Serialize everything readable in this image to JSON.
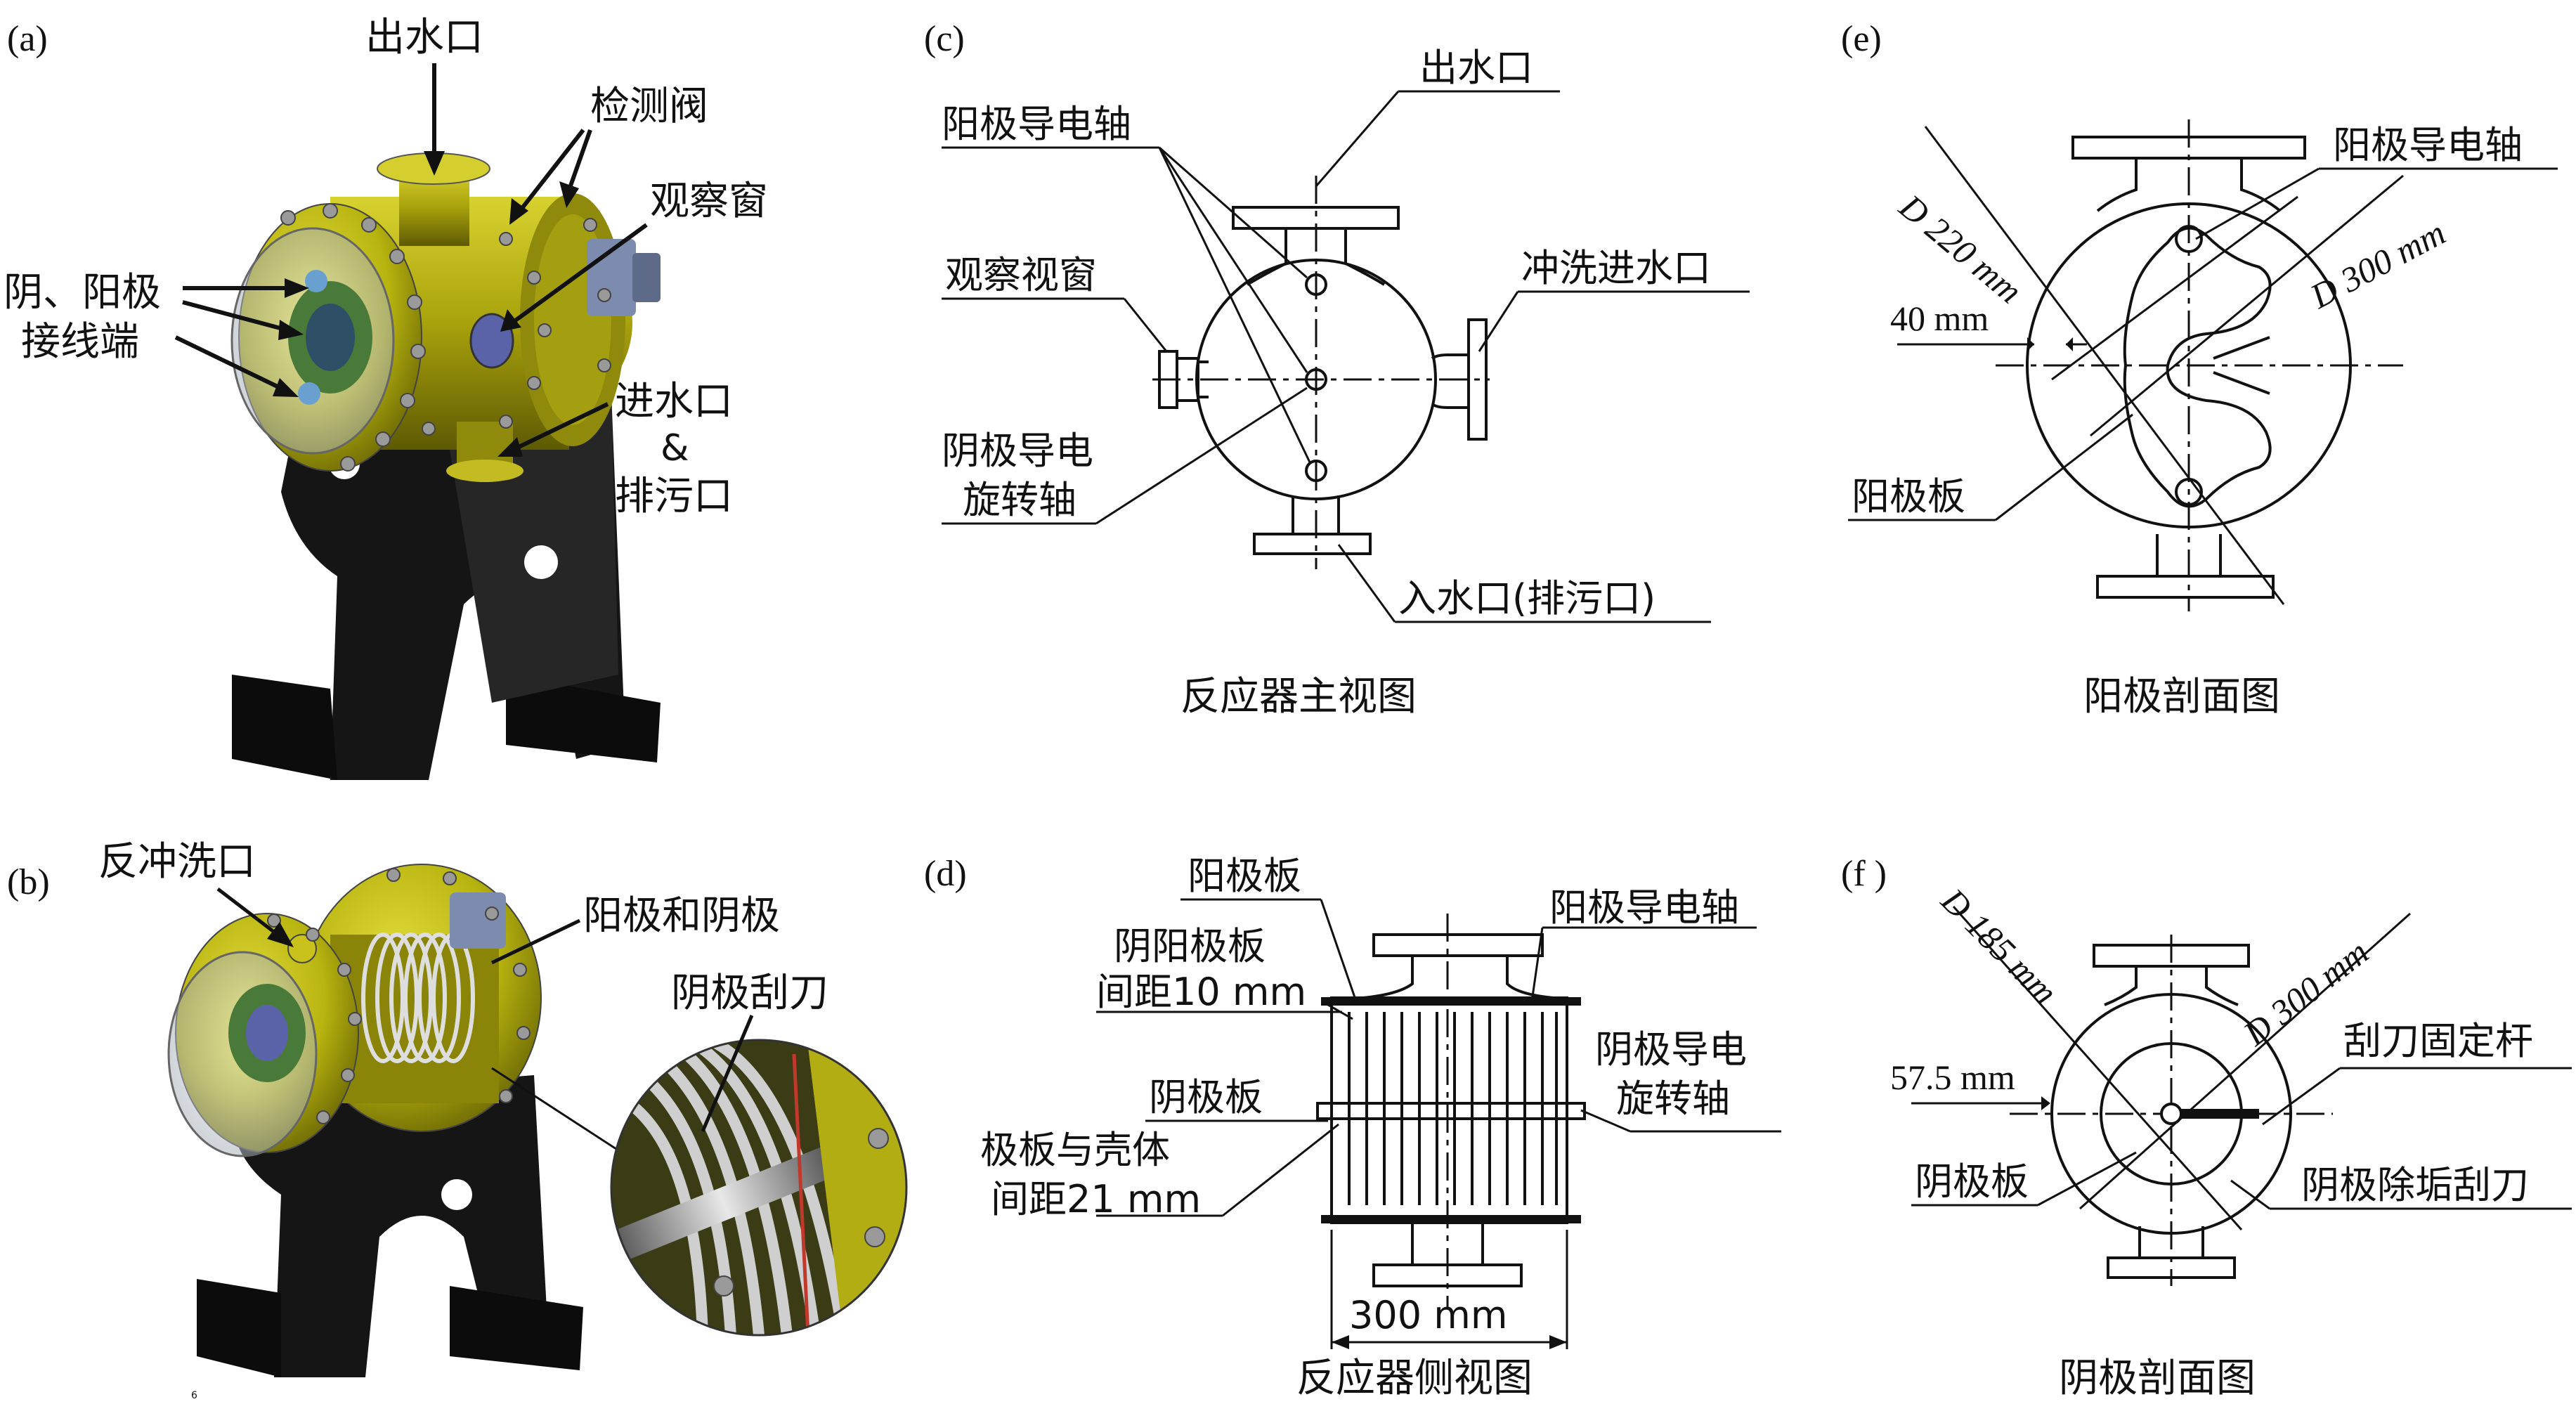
{
  "panels": {
    "a": {
      "tag": "(a)",
      "labels": {
        "outlet": "出水口",
        "check_valve": "检测阀",
        "window": "观察窗",
        "terminal_1": "阴、阳极",
        "terminal_2": "接线端",
        "inlet_1": "进水口",
        "inlet_2": "&",
        "inlet_3": "排污口"
      }
    },
    "b": {
      "tag": "(b)",
      "labels": {
        "backwash": "反冲洗口",
        "electrodes": "阳极和阴极",
        "scraper": "阴极刮刀",
        "mark": "6"
      }
    },
    "c": {
      "tag": "(c)",
      "caption": "反应器主视图",
      "labels": {
        "outlet": "出水口",
        "anode_shaft": "阳极导电轴",
        "window": "观察视窗",
        "flush_inlet": "冲洗进水口",
        "cathode_shaft_1": "阴极导电",
        "cathode_shaft_2": "旋转轴",
        "inlet": "入水口(排污口)"
      }
    },
    "d": {
      "tag": "(d)",
      "caption": "反应器侧视图",
      "labels": {
        "anode_plate": "阳极板",
        "anode_shaft": "阳极导电轴",
        "gap_1": "阴阳极板",
        "gap_2": "间距10 mm",
        "cathode_shaft_1": "阴极导电",
        "cathode_shaft_2": "旋转轴",
        "cathode_plate": "阴极板",
        "shell_gap_1": "极板与壳体",
        "shell_gap_2": "间距21 mm",
        "width": "300 mm"
      }
    },
    "e": {
      "tag": "(e)",
      "caption": "阳极剖面图",
      "labels": {
        "d220": "D 220 mm",
        "d300": "D 300 mm",
        "anode_shaft": "阳极导电轴",
        "dim40": "40 mm",
        "anode_plate": "阳极板"
      }
    },
    "f": {
      "tag": "(f )",
      "caption": "阴极剖面图",
      "labels": {
        "d185": "D 185 mm",
        "d300": "D 300 mm",
        "dim575": "57.5 mm",
        "rod": "刮刀固定杆",
        "cathode_plate": "阴极板",
        "scraper": "阴极除垢刮刀"
      }
    }
  },
  "colors": {
    "flange_yellow": "#c9c21c",
    "body_yellow": "#b7b30f",
    "stand_black": "#141414",
    "bolt_grey": "#9a9a9a",
    "motor_blue": "#7d8cae"
  }
}
